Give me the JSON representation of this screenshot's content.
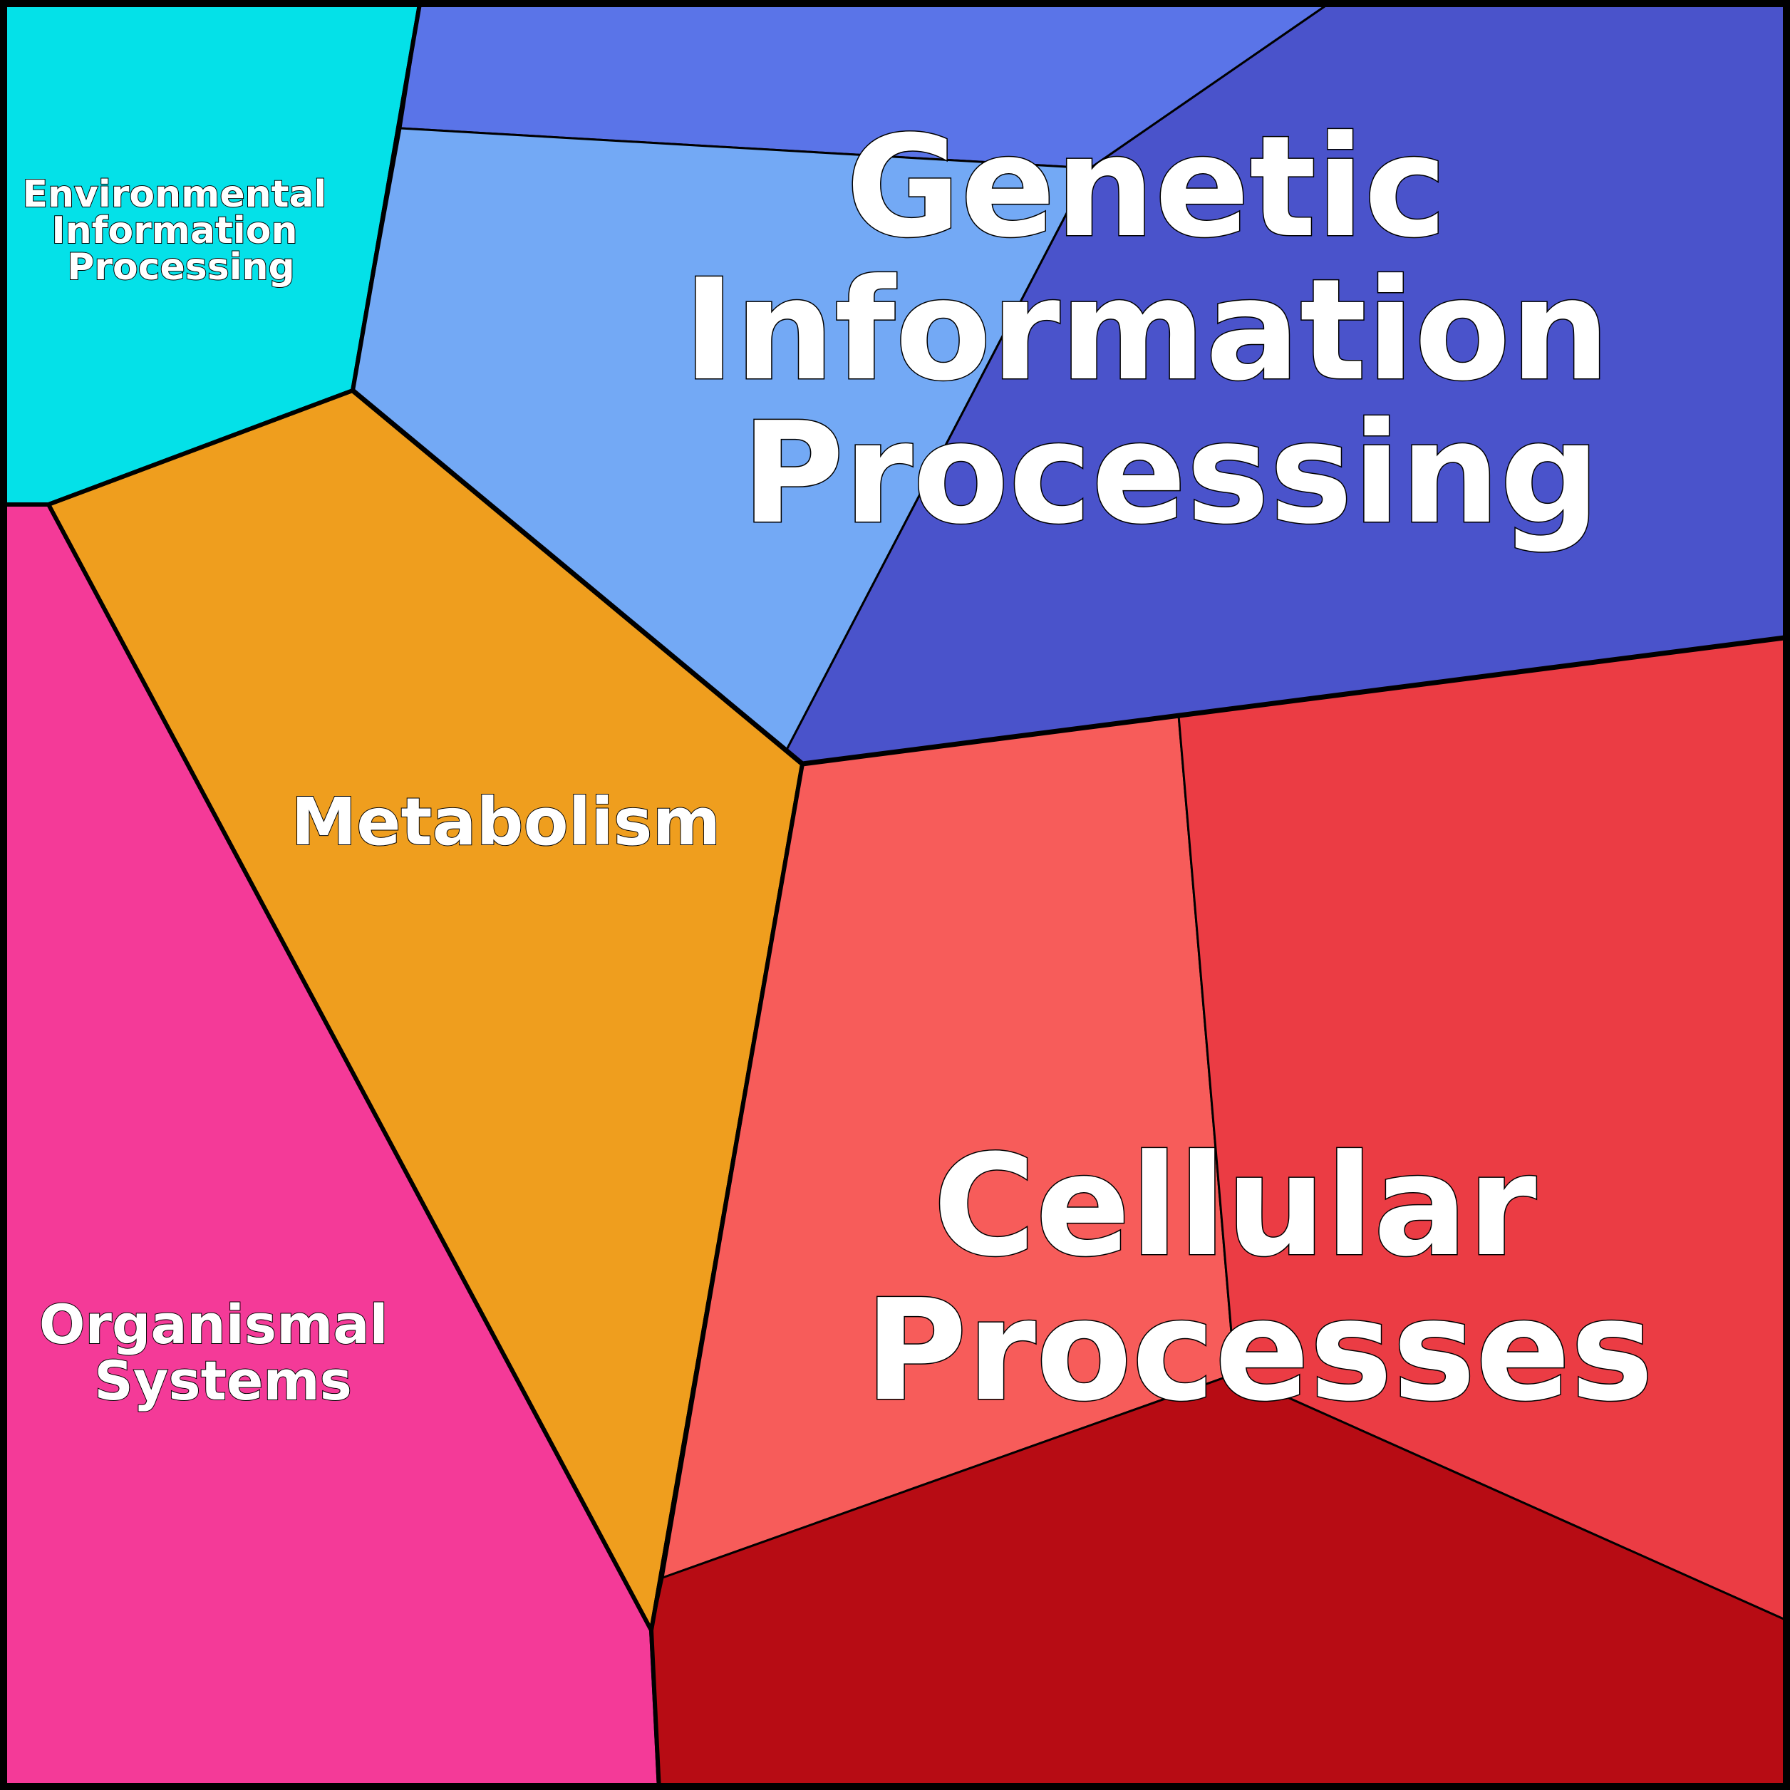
{
  "diagram": {
    "type": "voronoi-treemap",
    "categories": [
      {
        "id": "environmental",
        "label_lines": [
          "Environmental",
          "Information",
          "Processing"
        ],
        "color": "#04E1E8"
      },
      {
        "id": "genetic",
        "label_lines": [
          "Genetic",
          "Information",
          "Processing"
        ],
        "color": "#4A53CB",
        "subcell_colors": [
          "#5A74E8",
          "#73A9F5",
          "#4A53CB"
        ]
      },
      {
        "id": "metabolism",
        "label_lines": [
          "Metabolism"
        ],
        "color": "#EF9E1E"
      },
      {
        "id": "organismal",
        "label_lines": [
          "Organismal",
          "Systems"
        ],
        "color": "#F43A98"
      },
      {
        "id": "cellular",
        "label_lines": [
          "Cellular",
          "Processes"
        ],
        "color": "#EB3C44",
        "subcell_colors": [
          "#F75C5A",
          "#EB3C44",
          "#B70C14"
        ]
      }
    ]
  }
}
